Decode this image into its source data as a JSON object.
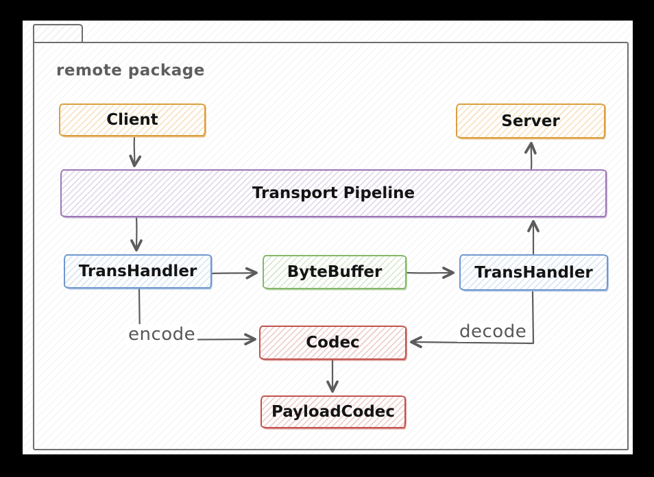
{
  "package": {
    "label": "remote package"
  },
  "nodes": [
    {
      "id": "client",
      "label": "Client",
      "color": "#DB9E3F"
    },
    {
      "id": "server",
      "label": "Server",
      "color": "#DB9E3F"
    },
    {
      "id": "transport-pipeline",
      "label": "Transport Pipeline",
      "color": "#9B77B5"
    },
    {
      "id": "transhandler-left",
      "label": "TransHandler",
      "color": "#6F97CE"
    },
    {
      "id": "bytebuffer",
      "label": "ByteBuffer",
      "color": "#85B76B"
    },
    {
      "id": "transhandler-right",
      "label": "TransHandler",
      "color": "#6F97CE"
    },
    {
      "id": "codec",
      "label": "Codec",
      "color": "#C2534E"
    },
    {
      "id": "payloadcodec",
      "label": "PayloadCodec",
      "color": "#C2534E"
    }
  ],
  "edges": [
    {
      "from": "client",
      "to": "transport-pipeline",
      "label": ""
    },
    {
      "from": "transport-pipeline",
      "to": "server",
      "label": ""
    },
    {
      "from": "transport-pipeline",
      "to": "transhandler-left",
      "label": ""
    },
    {
      "from": "transhandler-left",
      "to": "bytebuffer",
      "label": ""
    },
    {
      "from": "bytebuffer",
      "to": "transhandler-right",
      "label": ""
    },
    {
      "from": "transhandler-right",
      "to": "transport-pipeline",
      "label": ""
    },
    {
      "from": "transhandler-left",
      "to": "codec",
      "label": "encode"
    },
    {
      "from": "transhandler-right",
      "to": "codec",
      "label": "decode"
    },
    {
      "from": "codec",
      "to": "payloadcodec",
      "label": ""
    }
  ],
  "colors": {
    "frame": "#6d6d6d",
    "arrow": "#5c5c5c",
    "node_text": "#141414",
    "label_text": "#575757",
    "background": "#000000",
    "canvas": "#ffffff"
  }
}
